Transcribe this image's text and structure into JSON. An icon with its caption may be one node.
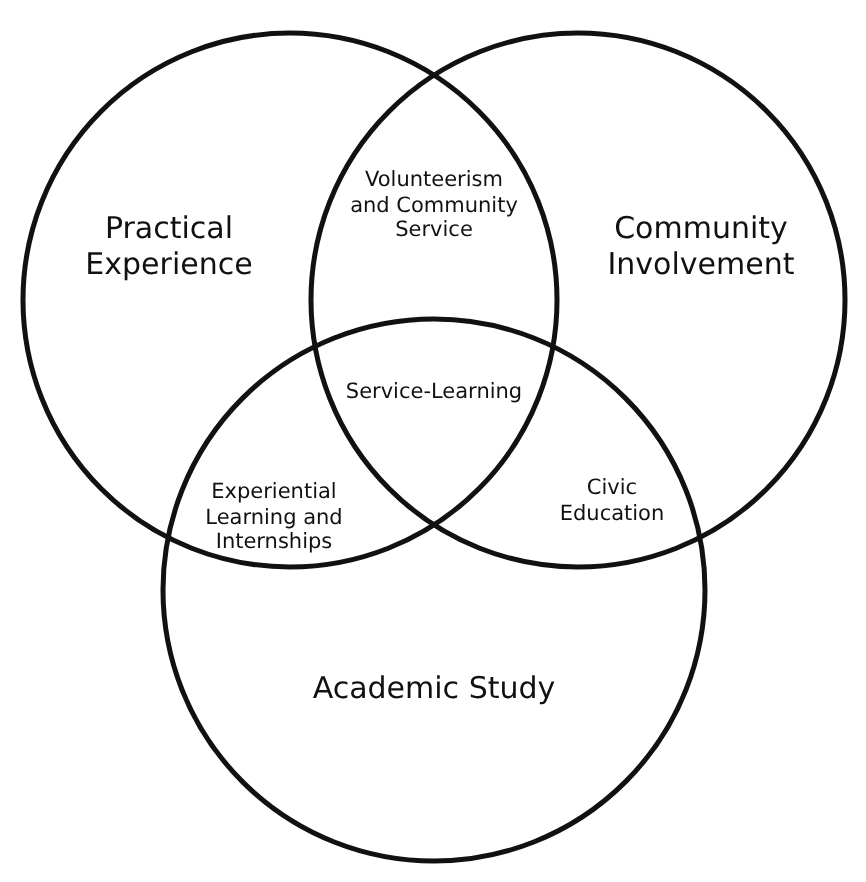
{
  "diagram": {
    "nodes": [
      {
        "text": [
          "Practical Experience"
        ]
      },
      {
        "text": [
          "Community Involvement"
        ]
      },
      {
        "text": [
          "Academic Study"
        ]
      }
    ],
    "labels": [
      "Volunteerism and Community Service",
      "Service-Learning",
      "Experiential Learning and Internships",
      "Civic Education"
    ]
  }
}
